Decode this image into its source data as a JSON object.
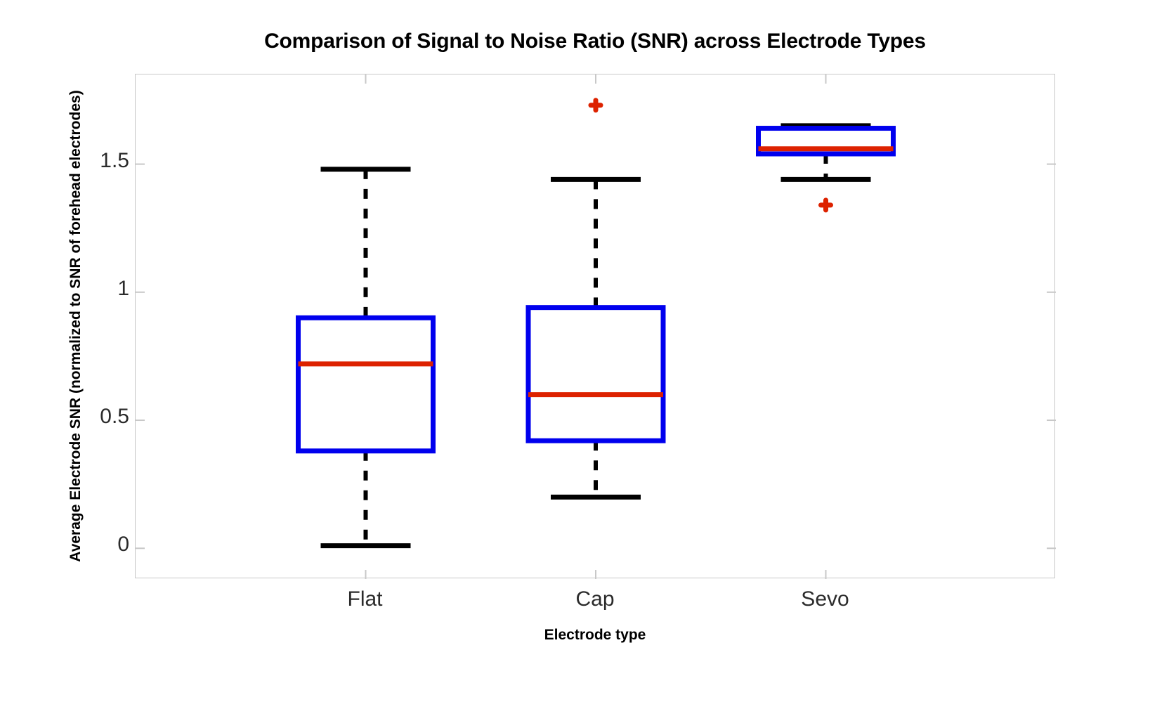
{
  "chart_data": {
    "type": "box",
    "title": "Comparison of Signal to Noise Ratio (SNR) across Electrode Types",
    "xlabel": "Electrode type",
    "ylabel": "Average Electrode SNR (normalized to SNR of forehead electrodes)",
    "categories": [
      "Flat",
      "Cap",
      "Sevo"
    ],
    "ylim": [
      -0.12,
      1.85
    ],
    "yticks": [
      0,
      0.5,
      1,
      1.5
    ],
    "ytick_labels": [
      "0",
      "0.5",
      "1",
      "1.5"
    ],
    "xticks": [
      1,
      2,
      3
    ],
    "grid": false,
    "legend": "none",
    "colors": {
      "box": "#0000ee",
      "median": "#dd2200",
      "whisker": "#000000",
      "outlier": "#dd2200",
      "axis": "#c8c8c8",
      "background": "#ffffff",
      "text": "#2b2b2b"
    },
    "boxes": [
      {
        "label": "Flat",
        "whisker_low": 0.01,
        "q1": 0.38,
        "median": 0.72,
        "q3": 0.9,
        "whisker_high": 1.48,
        "outliers": []
      },
      {
        "label": "Cap",
        "whisker_low": 0.2,
        "q1": 0.42,
        "median": 0.6,
        "q3": 0.94,
        "whisker_high": 1.44,
        "outliers": [
          1.73
        ]
      },
      {
        "label": "Sevo",
        "whisker_low": 1.44,
        "q1": 1.54,
        "median": 1.56,
        "q3": 1.64,
        "whisker_high": 1.65,
        "outliers": [
          1.34
        ]
      }
    ]
  }
}
